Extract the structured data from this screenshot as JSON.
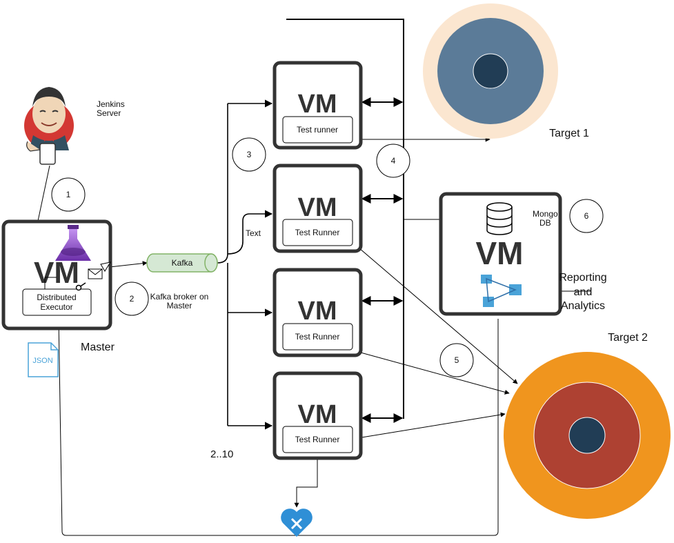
{
  "jenkins": {
    "label_line1": "Jenkins",
    "label_line2": "Server"
  },
  "steps": [
    "1",
    "2",
    "3",
    "4",
    "5",
    "6"
  ],
  "master": {
    "vm": "VM",
    "executor_line1": "Distributed",
    "executor_line2": "Executor",
    "caption": "Master",
    "json_icon": "JSON"
  },
  "kafka": {
    "label": "Kafka",
    "caption_line1": "Kafka broker on",
    "caption_line2": "Master",
    "edge_text": "Text"
  },
  "runners": [
    {
      "vm": "VM",
      "label": "Test runner"
    },
    {
      "vm": "VM",
      "label": "Test Runner"
    },
    {
      "vm": "VM",
      "label": "Test Runner"
    },
    {
      "vm": "VM",
      "label": "Test Runner"
    }
  ],
  "runner_count": "2..10",
  "mongo": {
    "vm": "VM",
    "db_line1": "Mongo",
    "db_line2": "DB",
    "reporting_line1": "Reporting",
    "reporting_line2": "and",
    "reporting_line3": "Analytics"
  },
  "targets": {
    "target1": "Target 1",
    "target2": "Target 2"
  },
  "colors": {
    "vm_border": "#333333",
    "kafka_fill": "#d5e8d4",
    "kafka_stroke": "#82b366",
    "target1_outer": "#fbe6d0",
    "target1_mid": "#5b7b98",
    "target1_inner": "#213d55",
    "target2_outer": "#f0951e",
    "target2_mid": "#ae4132",
    "target2_inner": "#213d55",
    "azure_blue": "#2f8fd6",
    "flask_purple": "#7b3fb4"
  }
}
